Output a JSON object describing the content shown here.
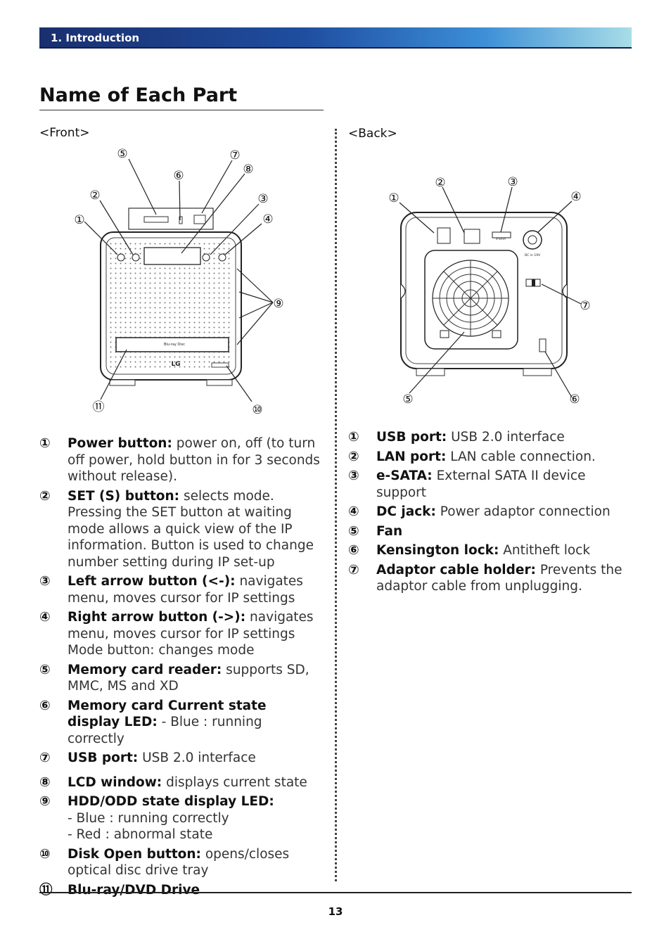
{
  "header": {
    "section": "1. Introduction"
  },
  "title": "Name of Each Part",
  "front": {
    "label": "<Front>",
    "callouts": [
      "⑤",
      "⑥",
      "⑦",
      "⑧",
      "②",
      "③",
      "①",
      "④",
      "⑨",
      "⑪",
      "⑩"
    ],
    "brand": "LG",
    "disc_logo": "Blu-ray Disc",
    "items": [
      {
        "num": "①",
        "term": "Power button:",
        "desc": " power on, off (to turn off power, hold button in for 3 seconds without release)."
      },
      {
        "num": "②",
        "term": "SET (S) button:",
        "desc": " selects mode. Pressing the SET button at waiting mode allows a quick view of the IP information. Button is used to change number setting during IP set-up"
      },
      {
        "num": "③",
        "term": "Left arrow button (<-):",
        "desc": " navigates menu, moves cursor for IP settings"
      },
      {
        "num": "④",
        "term": "Right arrow button (->):",
        "desc": " navigates menu, moves cursor for IP settings",
        "extra": [
          "Mode button: changes mode"
        ]
      },
      {
        "num": "⑤",
        "term": "Memory card reader:",
        "desc": " supports SD, MMC, MS and XD"
      },
      {
        "num": "⑥",
        "term": "Memory card Current state display LED:",
        "desc": " - Blue : running correctly"
      },
      {
        "num": "⑦",
        "term": "USB port:",
        "desc": " USB 2.0 interface"
      },
      {
        "num": "⑧",
        "term": "LCD window:",
        "desc": " displays current state"
      },
      {
        "num": "⑨",
        "term": "HDD/ODD state display LED:",
        "desc": "",
        "extra": [
          "- Blue : running correctly",
          "- Red : abnormal state"
        ]
      },
      {
        "num": "⑩",
        "term": "Disk Open button:",
        "desc": " opens/closes optical disc drive tray"
      },
      {
        "num": "⑪",
        "term": "Blu-ray/DVD Drive",
        "desc": ""
      }
    ]
  },
  "back": {
    "label": "<Back>",
    "callouts": [
      "②",
      "③",
      "①",
      "④",
      "⑦",
      "⑤",
      "⑥"
    ],
    "port_labels": {
      "esata": "e-SATA",
      "dc": "DC in 19V"
    },
    "items": [
      {
        "num": "①",
        "term": "USB port:",
        "desc": " USB 2.0 interface"
      },
      {
        "num": "②",
        "term": "LAN port:",
        "desc": " LAN cable connection."
      },
      {
        "num": "③",
        "term": "e-SATA:",
        "desc": " External SATA II device support"
      },
      {
        "num": "④",
        "term": "DC jack:",
        "desc": " Power adaptor connection"
      },
      {
        "num": "⑤",
        "term": "Fan",
        "desc": ""
      },
      {
        "num": "⑥",
        "term": "Kensington lock:",
        "desc": " Antitheft lock"
      },
      {
        "num": "⑦",
        "term": "Adaptor cable holder:",
        "desc": " Prevents the adaptor cable from unplugging."
      }
    ]
  },
  "footer": {
    "page": "13"
  }
}
